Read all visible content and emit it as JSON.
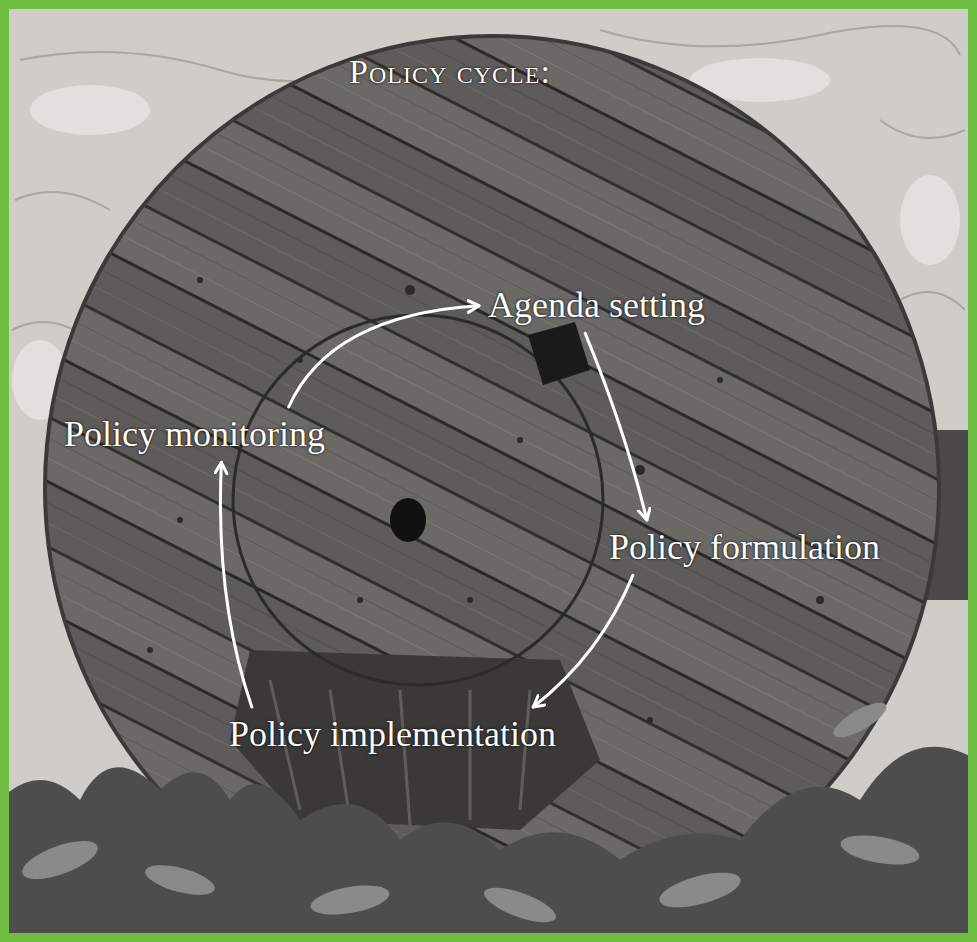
{
  "diagram": {
    "title": "Policy cycle:",
    "nodes": [
      {
        "text": [
          "Agenda setting"
        ]
      },
      {
        "text": [
          "Policy monitoring"
        ]
      },
      {
        "text": [
          "Policy formulation"
        ]
      },
      {
        "text": [
          "Policy implementation"
        ]
      }
    ],
    "edges": [
      {
        "from": 0,
        "to": 2,
        "arrow": "to"
      },
      {
        "from": 2,
        "to": 3,
        "arrow": "to"
      },
      {
        "from": 3,
        "to": 1,
        "arrow": "to"
      },
      {
        "from": 1,
        "to": 0,
        "arrow": "to"
      }
    ]
  }
}
